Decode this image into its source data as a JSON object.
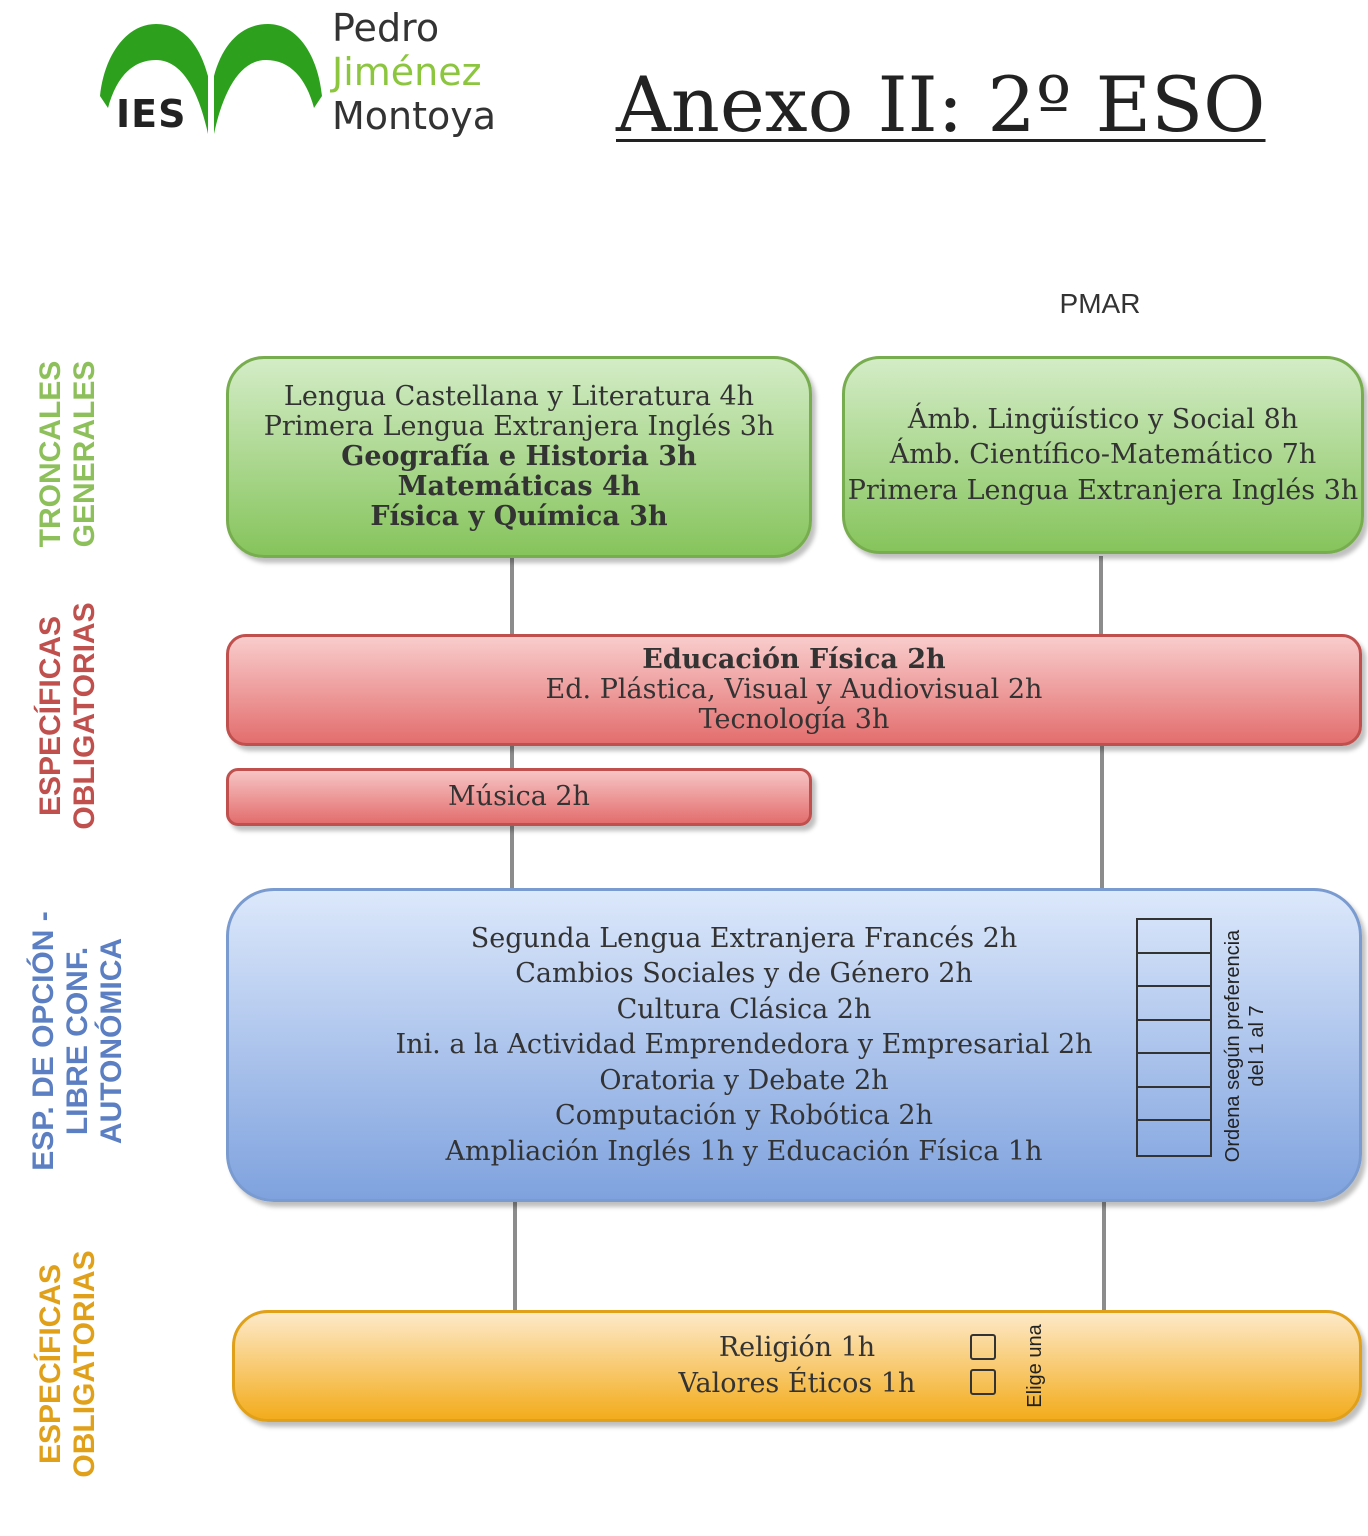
{
  "logo": {
    "ies": "IES",
    "name_line1": "Pedro",
    "name_line2": "Jiménez",
    "name_line3": "Montoya",
    "icon": "green-arch-logo-icon"
  },
  "title": "Anexo II: 2º ESO",
  "pmar_label": "PMAR",
  "side_labels": {
    "troncales": [
      "TRONCALES",
      "GENERALES"
    ],
    "especificas1": [
      "ESPECÍFICAS",
      "OBLIGATORIAS"
    ],
    "opcion": [
      "ESP. DE OPCIÓN -",
      "LIBRE CONF.",
      "AUTONÓMICA"
    ],
    "especificas2": [
      "ESPECÍFICAS",
      "OBLIGATORIAS"
    ]
  },
  "troncales_general": [
    "Lengua Castellana y Literatura 4h",
    "Primera Lengua Extranjera Inglés 3h",
    "Geografía e Historia 3h",
    "Matemáticas 4h",
    "Física y Química 3h"
  ],
  "troncales_pmar": [
    "Ámb. Lingüístico y Social 8h",
    "Ámb. Científico-Matemático 7h",
    "Primera Lengua Extranjera Inglés 3h"
  ],
  "especificas_obligatorias": [
    "Educación Física 2h",
    "Ed. Plástica, Visual y Audiovisual 2h",
    "Tecnología 3h"
  ],
  "musica": "Música 2h",
  "opcion_subjects": [
    "Segunda Lengua Extranjera Francés 2h",
    "Cambios Sociales y de Género 2h",
    "Cultura Clásica 2h",
    "Ini. a la Actividad Emprendedora y Empresarial 2h",
    "Oratoria y Debate 2h",
    "Computación y Robótica 2h",
    "Ampliación Inglés 1h y Educación Física 1h"
  ],
  "opcion_note": [
    "Ordena según preferencia",
    "del 1 al 7"
  ],
  "religion_options": [
    "Religión 1h",
    "Valores Éticos 1h"
  ],
  "religion_note": "Elige una",
  "colors": {
    "green": "#86c45c",
    "red": "#e36e6e",
    "blue": "#7fa2de",
    "orange": "#f3ac1c"
  }
}
